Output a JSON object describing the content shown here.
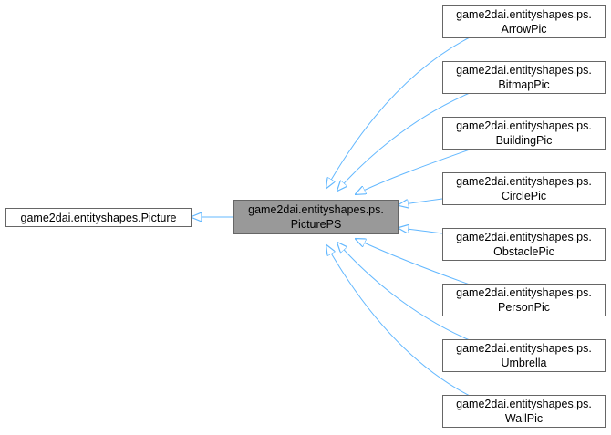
{
  "base": {
    "label": "game2dai.entityshapes.Picture"
  },
  "focus": {
    "line1": "game2dai.entityshapes.ps.",
    "line2": "PicturePS"
  },
  "children": [
    {
      "line1": "game2dai.entityshapes.ps.",
      "line2": "ArrowPic"
    },
    {
      "line1": "game2dai.entityshapes.ps.",
      "line2": "BitmapPic"
    },
    {
      "line1": "game2dai.entityshapes.ps.",
      "line2": "BuildingPic"
    },
    {
      "line1": "game2dai.entityshapes.ps.",
      "line2": "CirclePic"
    },
    {
      "line1": "game2dai.entityshapes.ps.",
      "line2": "ObstaclePic"
    },
    {
      "line1": "game2dai.entityshapes.ps.",
      "line2": "PersonPic"
    },
    {
      "line1": "game2dai.entityshapes.ps.",
      "line2": "Umbrella"
    },
    {
      "line1": "game2dai.entityshapes.ps.",
      "line2": "WallPic"
    }
  ],
  "colors": {
    "edge": "#63b8ff",
    "focus_fill": "#999999",
    "border": "#666666"
  }
}
